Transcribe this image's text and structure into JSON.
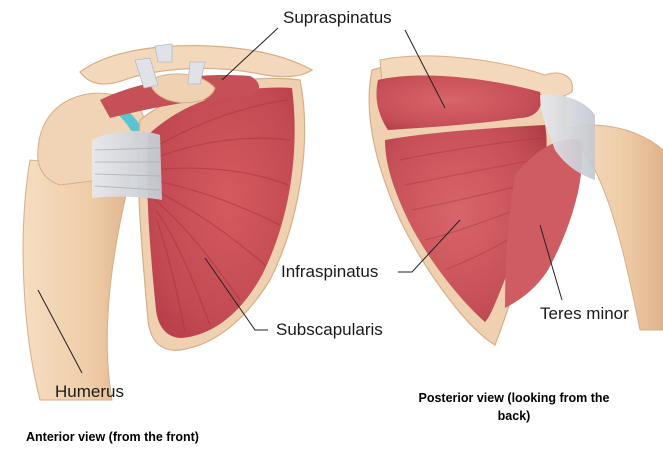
{
  "labels": {
    "supraspinatus": "Supraspinatus",
    "infraspinatus": "Infraspinatus",
    "subscapularis": "Subscapularis",
    "teres_minor": "Teres minor",
    "humerus": "Humerus"
  },
  "captions": {
    "anterior": "Anterior view (from the front)",
    "posterior_line1": "Posterior view (looking from the",
    "posterior_line2": "back)"
  },
  "colors": {
    "bone": "#f1d3b3",
    "bone_shadow": "#dcb28c",
    "muscle": "#c84d55",
    "muscle_dark": "#a9343f",
    "muscle_light": "#e58a8c",
    "tendon": "#d9dde3",
    "cartilage": "#5bc4d1",
    "leader_line": "#222222"
  }
}
